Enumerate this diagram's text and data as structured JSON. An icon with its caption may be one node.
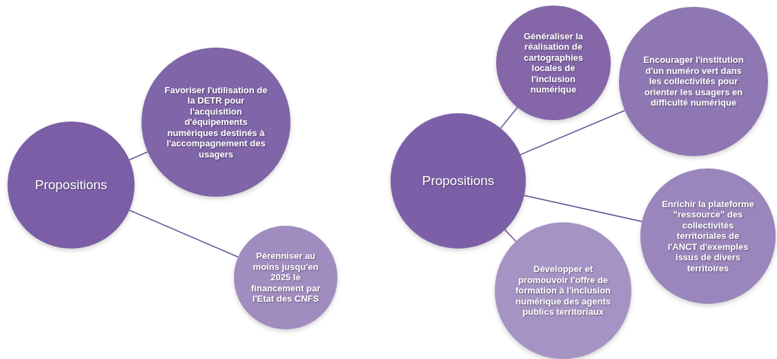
{
  "diagram": {
    "nodes": [
      {
        "text": [
          "Propositions"
        ]
      },
      {
        "text": [
          "Favoriser l'utilisation de la DETR pour l'acquisition d'équipements numériques destinés à l'accompagnement des usagers"
        ]
      },
      {
        "text": [
          "Pérenniser au moins jusqu'en 2025 le financement par l'Etat des CNFS"
        ]
      },
      {
        "text": [
          "Propositions"
        ]
      },
      {
        "text": [
          "Généraliser la réalisation de cartographies locales de l'inclusion numérique"
        ]
      },
      {
        "text": [
          "Encourager l'institution d'un numéro vert dans les collectivités pour orienter les usagers en difficulté numérique"
        ]
      },
      {
        "text": [
          "Enrichir la plateforme \"ressource\" des collectivités territoriales de l'ANCT d'exemples issus de divers territoires"
        ]
      },
      {
        "text": [
          "Développer et promouvoir l'offre de formation à l'inclusion numérique des agents publics territoriaux"
        ]
      }
    ],
    "edges": [
      {
        "from": 0,
        "to": 1,
        "arrow": "none"
      },
      {
        "from": 0,
        "to": 2,
        "arrow": "none"
      },
      {
        "from": 3,
        "to": 4,
        "arrow": "none"
      },
      {
        "from": 3,
        "to": 5,
        "arrow": "none"
      },
      {
        "from": 3,
        "to": 6,
        "arrow": "none"
      },
      {
        "from": 3,
        "to": 7,
        "arrow": "none"
      }
    ]
  }
}
